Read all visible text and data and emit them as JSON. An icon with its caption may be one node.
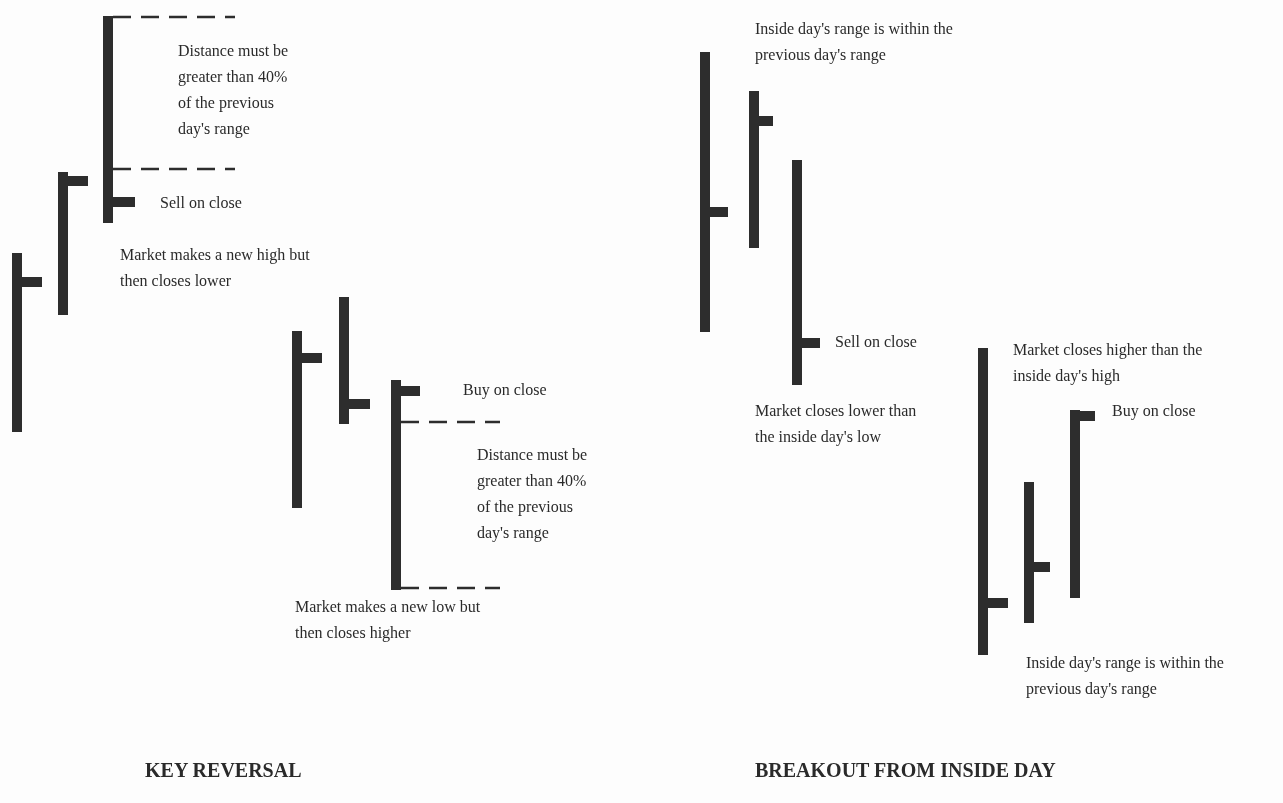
{
  "diagram": {
    "labels": [
      "Distance must be greater than 40% of the previous day's range",
      "Sell on close",
      "Market makes a new high but then closes lower",
      "Buy on close",
      "Distance must be greater than 40% of the previous day's range",
      "Market makes a new low but then closes higher",
      "Inside day's range is within the previous day's range",
      "Sell on close",
      "Market closes lower than the inside day's low",
      "Market closes higher than the inside day's high",
      "Buy on close",
      "Inside day's range is within the previous day's range",
      "KEY REVERSAL",
      "BREAKOUT FROM INSIDE DAY"
    ]
  }
}
